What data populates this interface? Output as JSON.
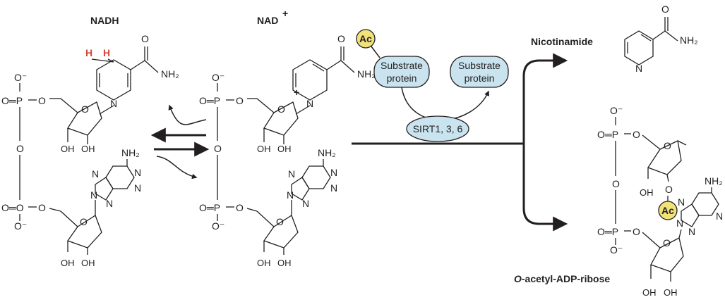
{
  "labels": {
    "nadh": "NADH",
    "nad": "NAD",
    "nad_charge": "+",
    "nicotinamide": "Nicotinamide",
    "oaadpr_italic": "O",
    "oaadpr_rest": "-acetyl-ADP-ribose"
  },
  "enzyme": {
    "label": "SIRT1, 3, 6"
  },
  "substrate": {
    "before": [
      "Substrate",
      "protein"
    ],
    "after": [
      "Substrate",
      "protein"
    ]
  },
  "acetyl": {
    "label": "Ac"
  },
  "atoms": {
    "H": "H",
    "O": "O",
    "O_minus": "O⁻",
    "O_eq_P": "O═P",
    "O_eq_O": "O═O",
    "N": "N",
    "NH2": "NH₂",
    "OH": "OH",
    "plus": "+"
  },
  "colors": {
    "highlight_H": "#d2473b",
    "protein_fill": "#c9e3ef",
    "acetyl_fill": "#f2e27a",
    "line": "#231f20"
  }
}
